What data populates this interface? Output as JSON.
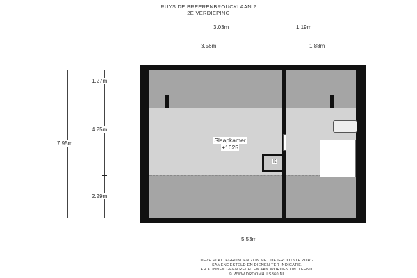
{
  "title": "RUYS DE BREERENBROUCKLAAN 2",
  "subtitle": "2E VERDIEPING",
  "dimensions": {
    "top1_left": "3.03m",
    "top1_right": "1.19m",
    "top2_left": "3.56m",
    "top2_right": "1.88m",
    "left_total": "7.95m",
    "left_a": "1.27m",
    "left_b": "4.25m",
    "left_c": "2.29m",
    "bottom": "5.53m"
  },
  "room": {
    "name": "Slaapkamer",
    "level": "+1625",
    "cupboard": "K"
  },
  "disclaimer": [
    "DEZE PLATTEGRONDEN ZIJN MET DE GROOTSTE ZORG",
    "SAMENGESTELD EN DIENEN TER INDICATIE.",
    "ER KUNNEN GEEN RECHTEN AAN WORDEN ONTLEEND.",
    "© WWW.DROOMHUIS360.NL"
  ]
}
